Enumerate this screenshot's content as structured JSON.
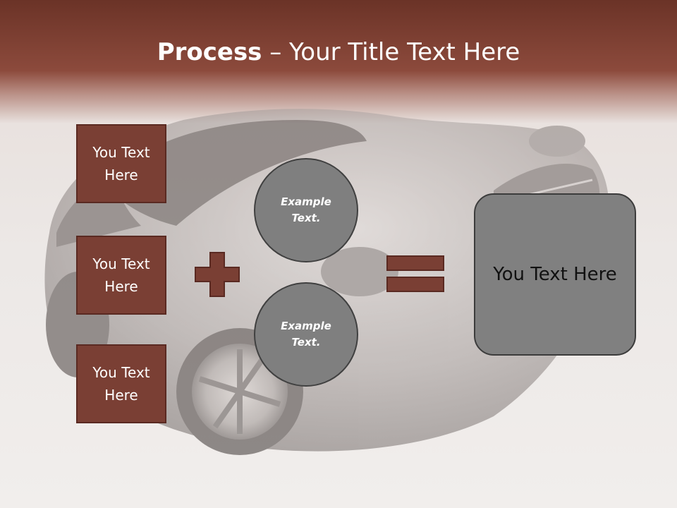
{
  "title": {
    "bold": "Process",
    "rest": " – Your Title Text Here"
  },
  "left_boxes": [
    {
      "label": "You Text Here"
    },
    {
      "label": "You Text Here"
    },
    {
      "label": "You Text Here"
    }
  ],
  "circles": [
    {
      "label": "Example Text."
    },
    {
      "label": "Example Text."
    }
  ],
  "result": {
    "label": "You Text Here"
  },
  "icons": {
    "plus": "plus-icon",
    "equals": "equals-icon"
  },
  "colors": {
    "header": "#8c4a3c",
    "box_fill": "#7a3f34",
    "circle_fill": "#7f7f7f",
    "result_fill": "#808080"
  }
}
